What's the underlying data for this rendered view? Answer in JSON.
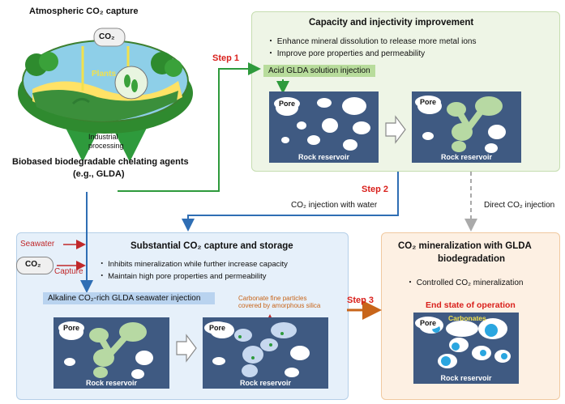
{
  "atmospheric": {
    "title": "Atmospheric CO₂ capture",
    "co2_label": "CO₂",
    "plants_label": "Plants",
    "process_line1": "Industrial",
    "process_line2": "processing",
    "output_line1": "Biobased biodegradable chelating agents",
    "output_line2": "(e.g., GLDA)"
  },
  "steps": {
    "step1": "Step 1",
    "step2": "Step 2",
    "step3": "Step 3"
  },
  "capacity": {
    "title": "Capacity and injectivity improvement",
    "bullet1": "・ Enhance mineral dissolution to release more metal ions",
    "bullet2": "・ Improve pore properties and permeability",
    "banner": "Acid GLDA solution injection",
    "pore_label": "Pore",
    "reservoir_label": "Rock reservoir"
  },
  "flows": {
    "co2_water": "CO₂ injection with water",
    "direct": "Direct CO₂ injection"
  },
  "storage": {
    "title": "Substantial CO₂ capture and storage",
    "seawater": "Seawater",
    "capture": "Capture",
    "co2": "CO₂",
    "bullet1": "・ Inhibits mineralization while further increase capacity",
    "bullet2": "・ Maintain high pore properties and permeability",
    "banner": "Alkaline CO₂-rich GLDA seawater injection",
    "annotation_line1": "Carbonate fine particles",
    "annotation_line2": "covered by amorphous silica",
    "pore_label": "Pore",
    "reservoir_label": "Rock reservoir"
  },
  "mineralization": {
    "title_line1": "CO₂ mineralization with GLDA",
    "title_line2": "biodegradation",
    "bullet1": "・ Controlled CO₂ mineralization",
    "end_state": "End state of operation",
    "carbonates": "Carbonates",
    "pore_label": "Pore",
    "reservoir_label": "Rock reservoir"
  },
  "colors": {
    "green_arrow": "#2e9a3c",
    "blue_arrow": "#2f6eb4",
    "orange_arrow": "#c8651a",
    "red_arrow": "#c0282a",
    "step_red": "#d9201c",
    "reservoir": "#3f5a82",
    "pore_green": "#b7d9a3",
    "carbonate_blue": "#2aa6e0"
  }
}
